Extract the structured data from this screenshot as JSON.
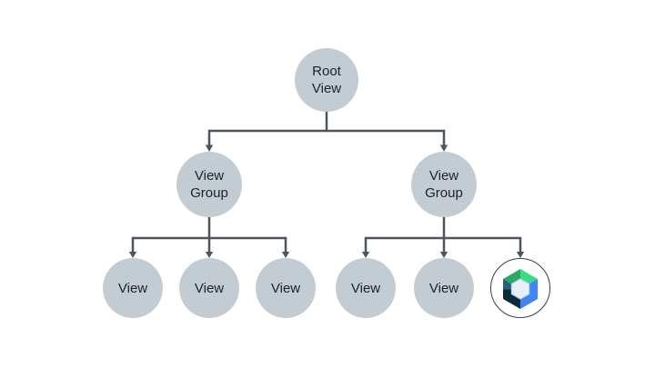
{
  "nodes": {
    "root": {
      "line1": "Root",
      "line2": "View"
    },
    "left_group": {
      "line1": "View",
      "line2": "Group"
    },
    "right_group": {
      "line1": "View",
      "line2": "Group"
    },
    "leaf_views": [
      "View",
      "View",
      "View",
      "View",
      "View"
    ],
    "compose": {
      "icon_name": "jetpack-compose-logo"
    }
  },
  "colors": {
    "background": "#ffffff",
    "node_fill": "#c3ccd2",
    "node_text": "#1d2227",
    "connector": "#4d565c",
    "compose_ring": "#373e44",
    "compose_green_dark": "#2ba962",
    "compose_green": "#3ddc84",
    "compose_blue": "#4285f4",
    "compose_teal": "#27607a",
    "compose_navy": "#0b2b3c",
    "compose_inner": "#e7f0fa",
    "compose_inner_edge": "#bbd4ea"
  }
}
